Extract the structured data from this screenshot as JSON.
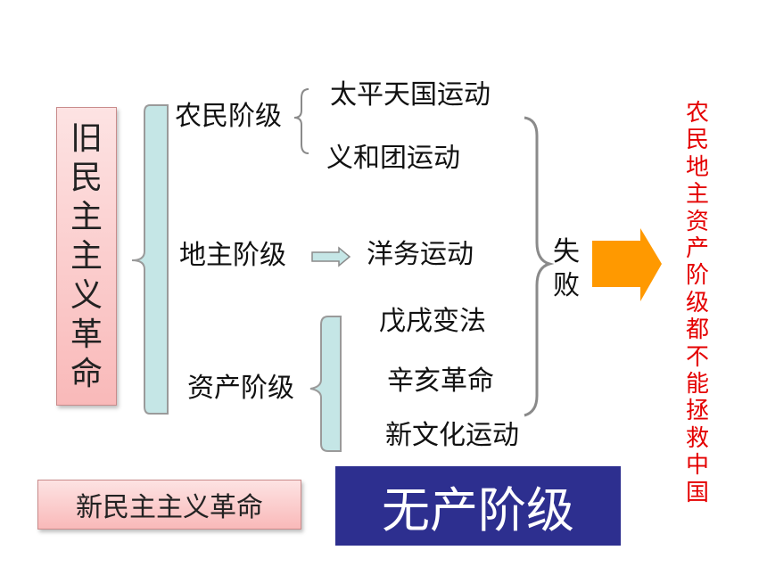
{
  "old_revolution": {
    "chars": [
      "旧",
      "民",
      "主",
      "主",
      "义",
      "革",
      "命"
    ]
  },
  "classes": {
    "peasant": "农民阶级",
    "landlord": "地主阶级",
    "bourgeois": "资产阶级"
  },
  "movements": {
    "taiping": "太平天国运动",
    "boxer": "义和团运动",
    "westernization": "洋务运动",
    "reform1898": "戊戌变法",
    "xinhai": "辛亥革命",
    "new_culture": "新文化运动"
  },
  "result": {
    "chars": [
      "失",
      "败"
    ]
  },
  "conclusion": {
    "chars": [
      "农",
      "民",
      "地",
      "主",
      "资",
      "产",
      "阶",
      "级",
      "都",
      "不",
      "能",
      "拯",
      "救",
      "中",
      "国"
    ]
  },
  "new_revolution": "新民主主义革命",
  "proletariat": "无产阶级",
  "colors": {
    "pink_box": "#f9b9b9",
    "teal_bracket": "#c5e6e6",
    "orange_arrow": "#ff9900",
    "red_text": "#e40000",
    "navy_box": "#2d2f8f"
  }
}
